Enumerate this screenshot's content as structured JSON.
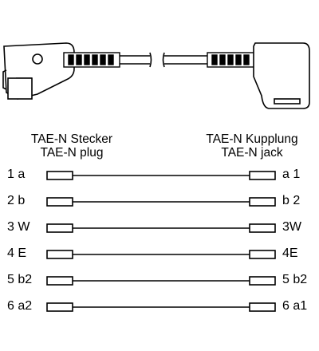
{
  "plug_header": {
    "line1": "TAE-N Stecker",
    "line2": "TAE-N plug"
  },
  "jack_header": {
    "line1": "TAE-N Kupplung",
    "line2": "TAE-N jack"
  },
  "connections": [
    {
      "plug": "1 a",
      "jack": "a 1"
    },
    {
      "plug": "2 b",
      "jack": "b 2"
    },
    {
      "plug": "3 W",
      "jack": "3W"
    },
    {
      "plug": "4 E",
      "jack": "4E"
    },
    {
      "plug": "5 b2",
      "jack": "5 b2"
    },
    {
      "plug": "6 a2",
      "jack": "6 a1"
    }
  ],
  "colors": {
    "line": "#000000",
    "background": "#ffffff"
  }
}
